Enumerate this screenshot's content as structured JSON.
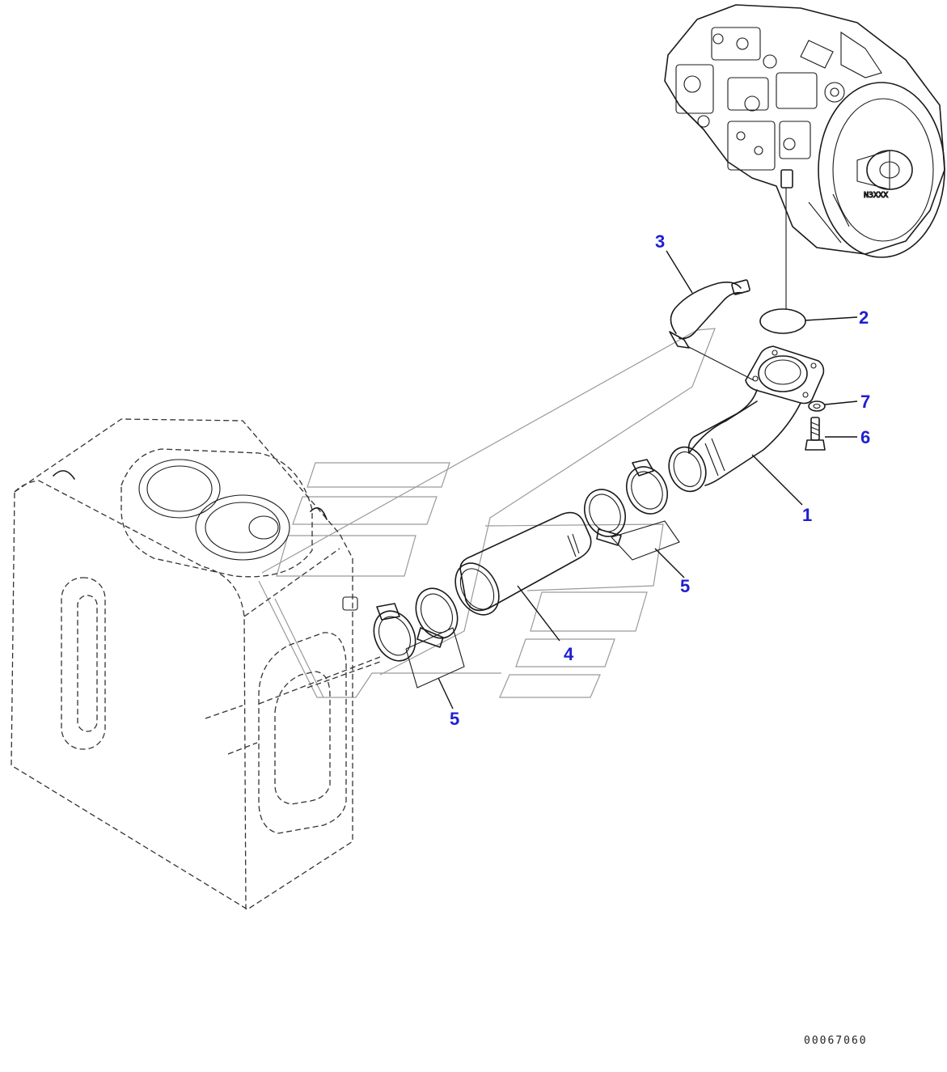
{
  "callouts": {
    "c1": "1",
    "c2": "2",
    "c3": "3",
    "c4": "4",
    "c5a": "5",
    "c5b": "5",
    "c6": "6",
    "c7": "7"
  },
  "document_number": "00067060",
  "colors": {
    "callout": "#1f1fd0",
    "line": "#1a1a1a",
    "watermark": "#9a9a9a"
  }
}
